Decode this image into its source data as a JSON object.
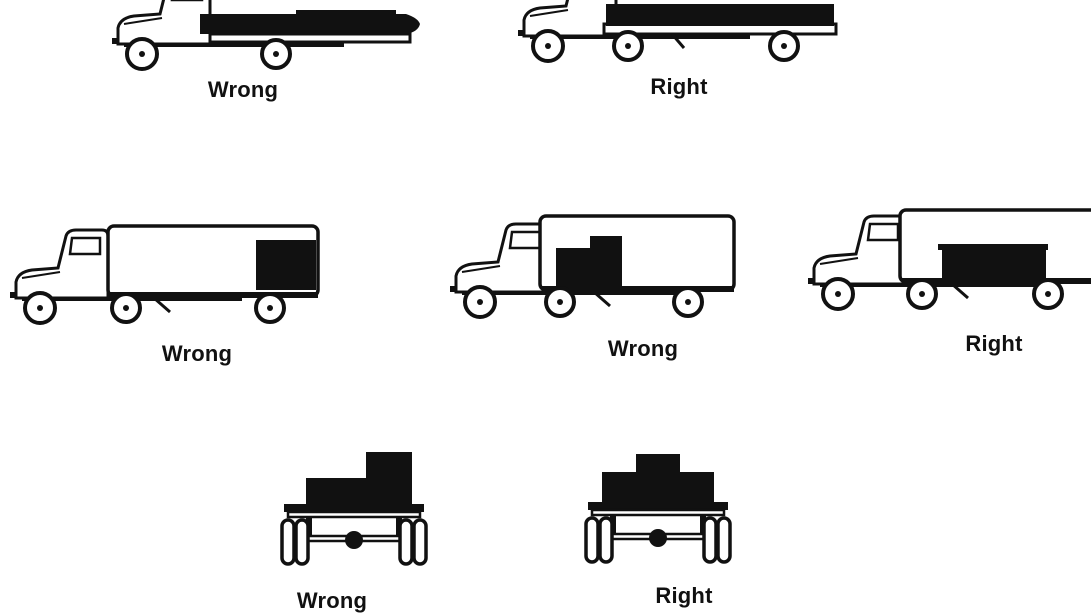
{
  "palette": {
    "ink": "#111111",
    "paper": "#ffffff"
  },
  "illustrations": [
    {
      "id": "flatbed-load-overhang",
      "view": "side",
      "caption": "Wrong"
    },
    {
      "id": "flatbed-load-centered",
      "view": "side",
      "caption": "Right"
    },
    {
      "id": "van-load-at-rear",
      "view": "side",
      "caption": "Wrong"
    },
    {
      "id": "van-load-at-front",
      "view": "side",
      "caption": "Wrong"
    },
    {
      "id": "van-load-spread",
      "view": "side",
      "caption": "Right"
    },
    {
      "id": "rear-view-load-off-center",
      "view": "rear",
      "caption": "Wrong"
    },
    {
      "id": "rear-view-load-centered",
      "view": "rear",
      "caption": "Right"
    }
  ]
}
